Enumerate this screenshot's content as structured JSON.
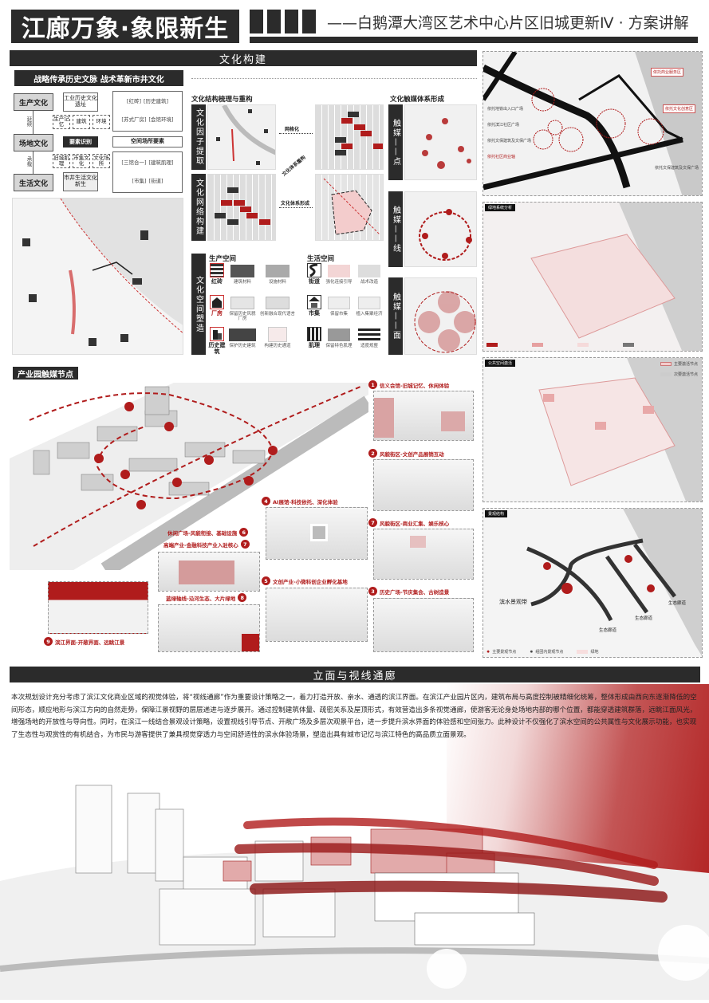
{
  "header": {
    "title": "江廊万象·象限新生",
    "subtitle": "——白鹅潭大湾区艺术中心片区旧城更新Ⅳ · 方案讲解"
  },
  "section1": {
    "title": "文化构建"
  },
  "strategy": {
    "title": "战略传承历史文脉 战术革新市井文化",
    "left": [
      "生产文化",
      "场地文化",
      "生活文化"
    ],
    "links": [
      "延续",
      "承载"
    ],
    "heritage": "工业历史文化遗址",
    "prod_items": [
      "生产记忆",
      "建筑",
      "环境"
    ],
    "identify": "要素识别",
    "life_items": [
      "旧城肌理",
      "市集文化",
      "文化场所"
    ],
    "renewal": "市井生活文化新生",
    "space_elements": "空间场所要素",
    "tags_top": [
      "[红砖]",
      "[历史建筑]",
      "[苏式厂房]",
      "[会馆环境]"
    ],
    "tags_bottom": [
      "[三馆合一]",
      "[建筑肌理]",
      "[市集]",
      "[街道]"
    ]
  },
  "structure": {
    "title": "文化结构梳理与重构",
    "labels": [
      "文化因子提取",
      "文化网络构建",
      "文化空间塑造"
    ],
    "arrows": [
      "网格化",
      "文化体系重构",
      "文化体系形成"
    ],
    "prod_title": "生产空间",
    "life_title": "生活空间",
    "prod": [
      [
        "红砖",
        "建筑材料",
        "设施材料"
      ],
      [
        "厂房",
        "保留历史风貌厂房",
        "创新融合现代语言"
      ],
      [
        "历史建筑",
        "保护历史建筑",
        "构建历史通道"
      ]
    ],
    "life": [
      [
        "街道",
        "强化连接引导",
        "战术改造"
      ],
      [
        "市集",
        "保留市集",
        "植入集聚经济"
      ],
      [
        "肌理",
        "保留特色肌理",
        "适度规整"
      ]
    ]
  },
  "catalyst": {
    "title": "文化触媒体系形成",
    "panels": [
      "触媒——点",
      "触媒——线",
      "触媒——面"
    ]
  },
  "nodes": {
    "title": "产业园触媒节点",
    "callouts": [
      {
        "n": "1",
        "text": "信义会馆-旧城记忆、休闲体验"
      },
      {
        "n": "2",
        "text": "风貌街区-文创产品展销互动"
      },
      {
        "n": "7",
        "text": "风貌街区-商业汇集、娱乐核心"
      },
      {
        "n": "3",
        "text": "历史广场-节庆集会、古树造景"
      },
      {
        "n": "4",
        "text": "AI展馆-科技依托、深化体验"
      },
      {
        "n": "5",
        "text": "文创产业-小微科创企业孵化基地"
      },
      {
        "n": "6",
        "text": "休闲广场-风貌衔接、基础设施"
      },
      {
        "n": "7",
        "text": "高端产业-金融科技产业入驻核心"
      },
      {
        "n": "8",
        "text": "蓝绿轴线-沿河生态、大片绿地"
      },
      {
        "n": "9",
        "text": "滨江界面-开敞界面、远眺江景"
      }
    ]
  },
  "maps": {
    "m1": {
      "labels": [
        "依托商业服务区",
        "依托文化创意区",
        "依托地铁出入口广场",
        "依托滨江社区广场",
        "依托文保建筑及文保广场",
        "依托社区商业轴",
        "依托文保建筑及文保广场"
      ]
    },
    "m2": {
      "title": "绿地系统分析"
    },
    "m3": {
      "title": "公共空间激活",
      "legend": [
        "主要激活节点",
        "次要激活节点"
      ]
    },
    "m4": {
      "title": "景观结构",
      "labels": [
        "滨水景观带",
        "生态廊道",
        "生态廊道",
        "生态廊道"
      ],
      "legend": [
        "主要景观节点",
        "组团内景观节点",
        "绿地"
      ]
    }
  },
  "section2": {
    "title": "立面与视线通廊",
    "paragraph": "本次规划设计充分考虑了滨江文化商业区域的视觉体验，将“视线通廊”作为重要设计策略之一，着力打造开放、亲水、通透的滨江界面。在滨江产业园片区内，建筑布局与高度控制被精细化统筹，整体形成由西向东逐渐降低的空间形态，顺应地形与滨江方向的自然走势，保障江景视野的层层递进与逐步展开。通过控制建筑体量、疏密关系及屋顶形式，有效营造出多条视觉通廊，使游客无论身处场地内部的哪个位置，都能穿透建筑群落，远眺江面风光，增强场地的开放性与导向性。同时，在滨江一线结合景观设计策略，设置视线引导节点、开敞广场及多层次观景平台，进一步提升滨水界面的体验感和空间张力。此种设计不仅强化了滨水空间的公共属性与文化展示功能，也实现了生态性与观赏性的有机结合，为市民与游客提供了兼具视觉穿透力与空间舒适性的滨水体验场景，塑造出具有城市记忆与滨江特色的高品质立面景观。"
  },
  "colors": {
    "accent": "#b01c1c",
    "dark": "#2b2b2b"
  }
}
